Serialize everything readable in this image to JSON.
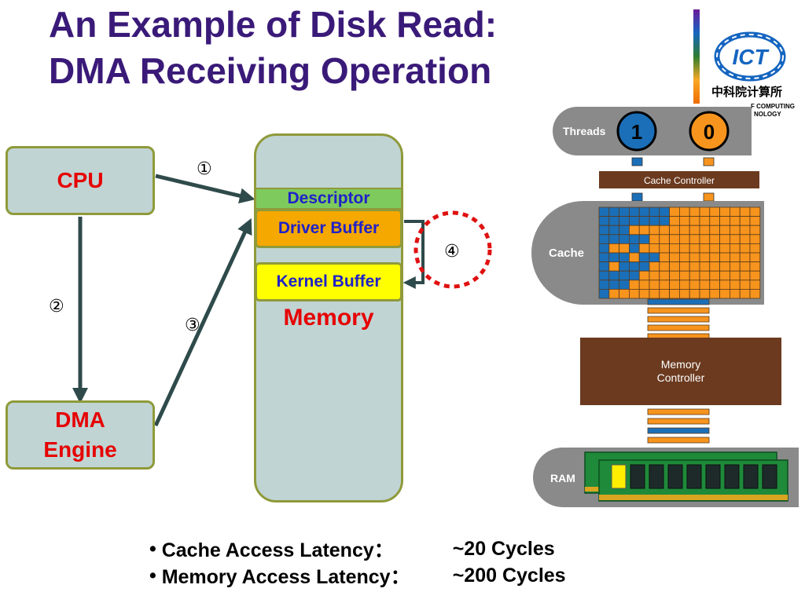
{
  "title": {
    "line1": "An Example of Disk Read:",
    "line2": "DMA Receiving Operation"
  },
  "diagram": {
    "cpu": "CPU",
    "dma_line1": "DMA",
    "dma_line2": "Engine",
    "descriptor": "Descriptor",
    "driver_buffer": "Driver Buffer",
    "kernel_buffer": "Kernel Buffer",
    "memory": "Memory",
    "step1": "①",
    "step2": "②",
    "step3": "③",
    "step4": "④"
  },
  "cache_figure": {
    "threads_label": "Threads",
    "thread1": "1",
    "thread0": "0",
    "cache_controller": "Cache Controller",
    "cache_label": "Cache",
    "memory_controller_line1": "Memory",
    "memory_controller_line2": "Controller",
    "ram_label": "RAM",
    "colors": {
      "blue": "#1a6fb8",
      "orange": "#f7941d",
      "brown": "#6b3a1f"
    }
  },
  "logo": {
    "mark": "ICT",
    "cn_text": "中科院计算所",
    "sub_line1": "F COMPUTING",
    "sub_line2": "NOLOGY"
  },
  "bullets": [
    {
      "label": "Cache Access Latency：",
      "value": "~20 Cycles"
    },
    {
      "label": "Memory Access Latency：",
      "value": "~200 Cycles"
    }
  ]
}
